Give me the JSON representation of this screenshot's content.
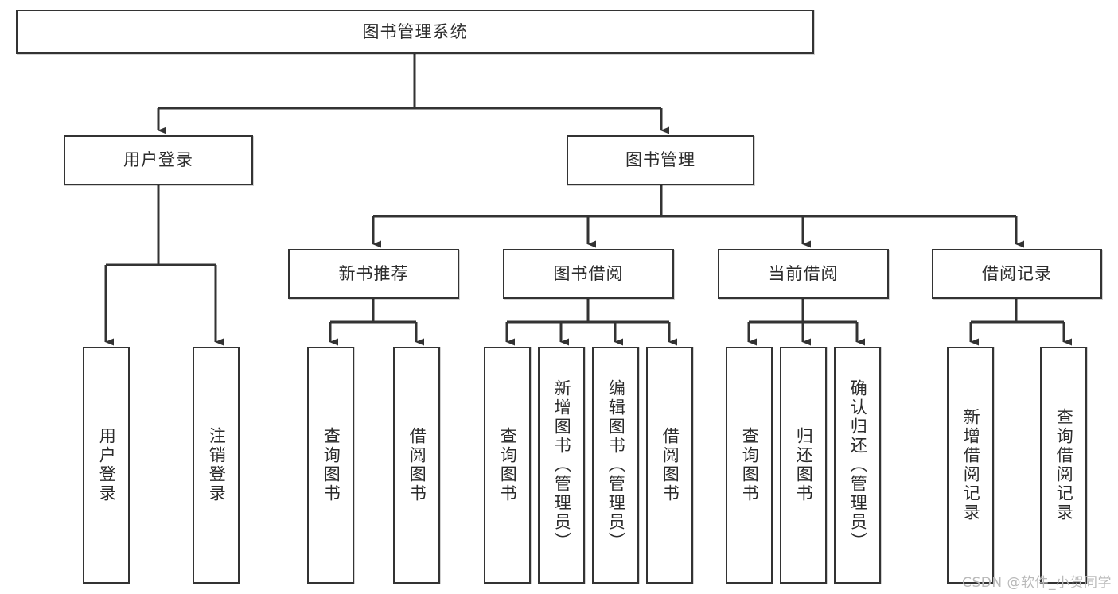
{
  "diagram": {
    "title": "图书管理系统",
    "type": "hierarchy-tree",
    "root": {
      "id": "root",
      "label": "图书管理系统",
      "orientation": "horizontal"
    },
    "level2": [
      {
        "id": "user-login",
        "label": "用户登录",
        "orientation": "horizontal"
      },
      {
        "id": "book-manage",
        "label": "图书管理",
        "orientation": "horizontal"
      }
    ],
    "level3": [
      {
        "id": "new-book-rec",
        "label": "新书推荐",
        "orientation": "horizontal",
        "parent": "book-manage"
      },
      {
        "id": "book-borrow",
        "label": "图书借阅",
        "orientation": "horizontal",
        "parent": "book-manage"
      },
      {
        "id": "current-borrow",
        "label": "当前借阅",
        "orientation": "horizontal",
        "parent": "book-manage"
      },
      {
        "id": "borrow-record",
        "label": "借阅记录",
        "orientation": "horizontal",
        "parent": "book-manage"
      }
    ],
    "leaves": [
      {
        "id": "leaf-user-login",
        "label": "用户登录",
        "parent": "user-login"
      },
      {
        "id": "leaf-logout-login",
        "label": "注销登录",
        "parent": "user-login"
      },
      {
        "id": "leaf-query-book-1",
        "label": "查询图书",
        "parent": "new-book-rec"
      },
      {
        "id": "leaf-borrow-book-1",
        "label": "借阅图书",
        "parent": "new-book-rec"
      },
      {
        "id": "leaf-query-book-2",
        "label": "查询图书",
        "parent": "book-borrow"
      },
      {
        "id": "leaf-add-book",
        "label": "新增图书（管理员）",
        "parent": "book-borrow"
      },
      {
        "id": "leaf-edit-book",
        "label": "编辑图书（管理员）",
        "parent": "book-borrow"
      },
      {
        "id": "leaf-borrow-book-2",
        "label": "借阅图书",
        "parent": "book-borrow"
      },
      {
        "id": "leaf-query-book-3",
        "label": "查询图书",
        "parent": "current-borrow"
      },
      {
        "id": "leaf-return-book",
        "label": "归还图书",
        "parent": "current-borrow"
      },
      {
        "id": "leaf-confirm-return",
        "label": "确认归还（管理员）",
        "parent": "current-borrow"
      },
      {
        "id": "leaf-add-record",
        "label": "新增借阅记录",
        "parent": "borrow-record"
      },
      {
        "id": "leaf-query-record",
        "label": "查询借阅记录",
        "parent": "borrow-record"
      }
    ],
    "watermark": "CSDN @软件_小贺同学",
    "colors": {
      "line": "#333333",
      "box_border": "#333333",
      "box_fill": "#ffffff",
      "text": "#2b2b2b",
      "watermark": "#b9b9b9",
      "background": "#ffffff"
    }
  }
}
